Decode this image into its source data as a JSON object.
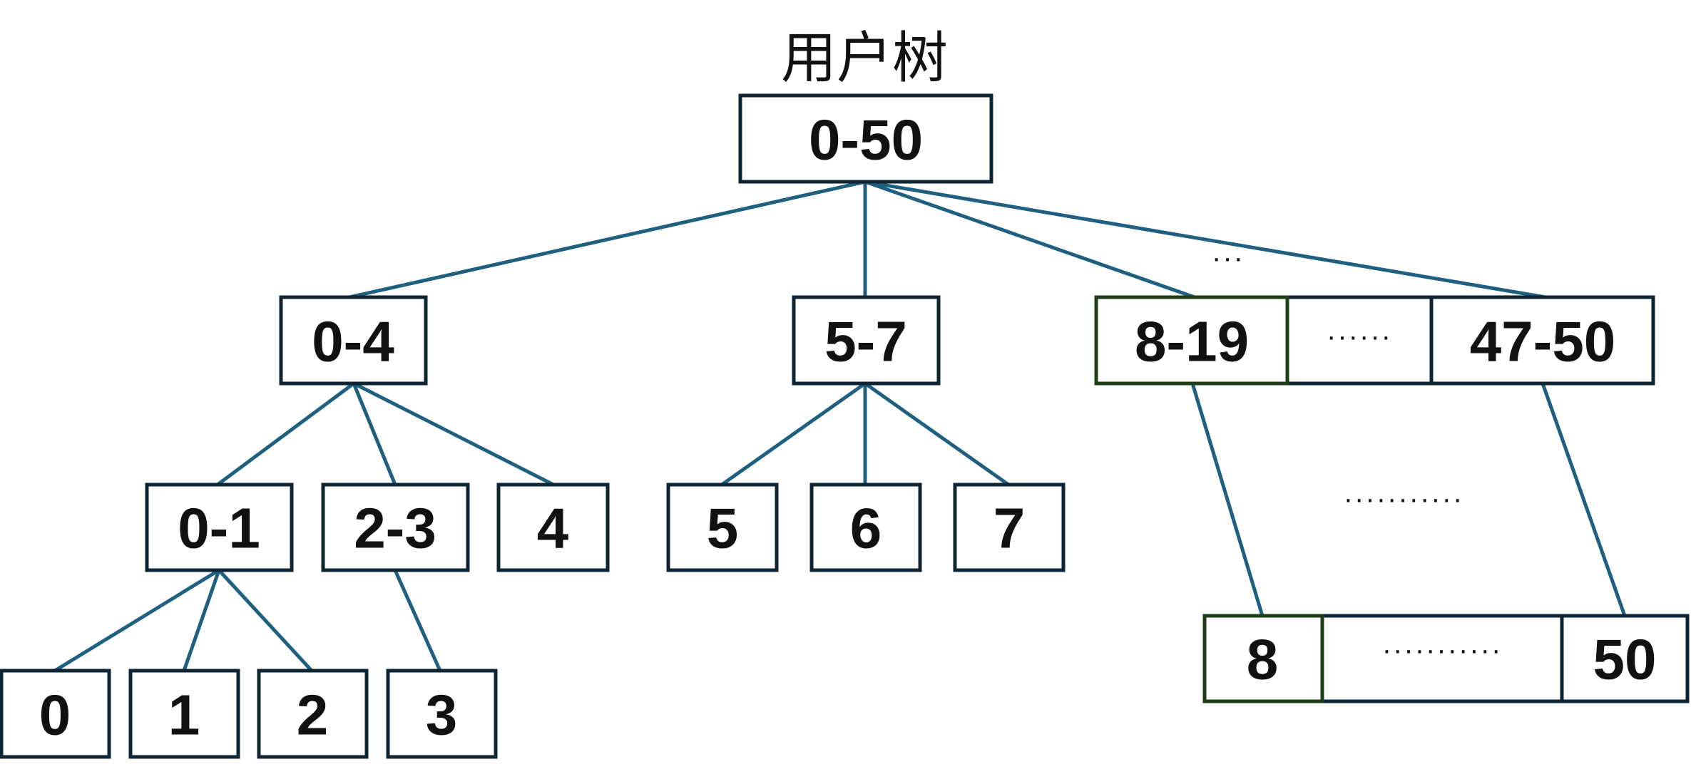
{
  "title": "用户树",
  "colors": {
    "edge": "#1f6080",
    "box_border": "#0f2533",
    "highlight_border": "#1f3d17"
  },
  "nodes": {
    "root": "0-50",
    "n0_4": "0-4",
    "n5_7": "5-7",
    "n8_19": "8-19",
    "row2_ellipsis": "······",
    "n47_50": "47-50",
    "n0_1": "0-1",
    "n2_3": "2-3",
    "n4": "4",
    "n5": "5",
    "n6": "6",
    "n7": "7",
    "leaf0": "0",
    "leaf1": "1",
    "leaf2": "2",
    "leaf3": "3",
    "leaf8": "8",
    "leaf_ellipsis": "···········",
    "leaf50": "50"
  },
  "ellipses": {
    "level2_gap": "···",
    "middle_gap": "···········"
  }
}
